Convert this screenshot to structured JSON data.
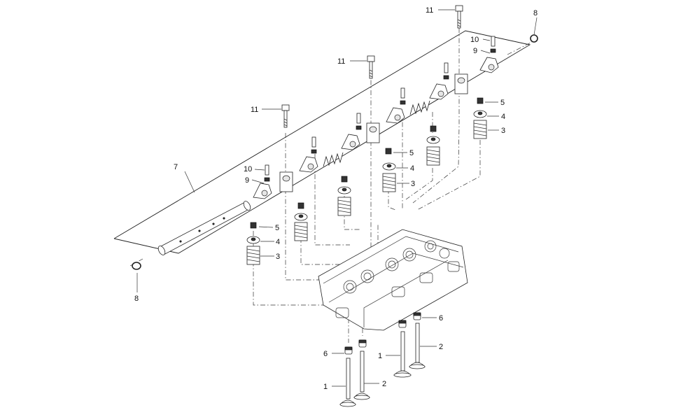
{
  "diagram": {
    "callouts": {
      "c1a": "1",
      "c1b": "1",
      "c2a": "2",
      "c2b": "2",
      "c3a": "3",
      "c3b": "3",
      "c3c": "3",
      "c4a": "4",
      "c4b": "4",
      "c4c": "4",
      "c5a": "5",
      "c5b": "5",
      "c5c": "5",
      "c6a": "6",
      "c6b": "6",
      "c7": "7",
      "c8a": "8",
      "c8b": "8",
      "c9a": "9",
      "c9b": "9",
      "c10a": "10",
      "c10b": "10",
      "c11a": "11",
      "c11b": "11",
      "c11c": "11"
    }
  }
}
